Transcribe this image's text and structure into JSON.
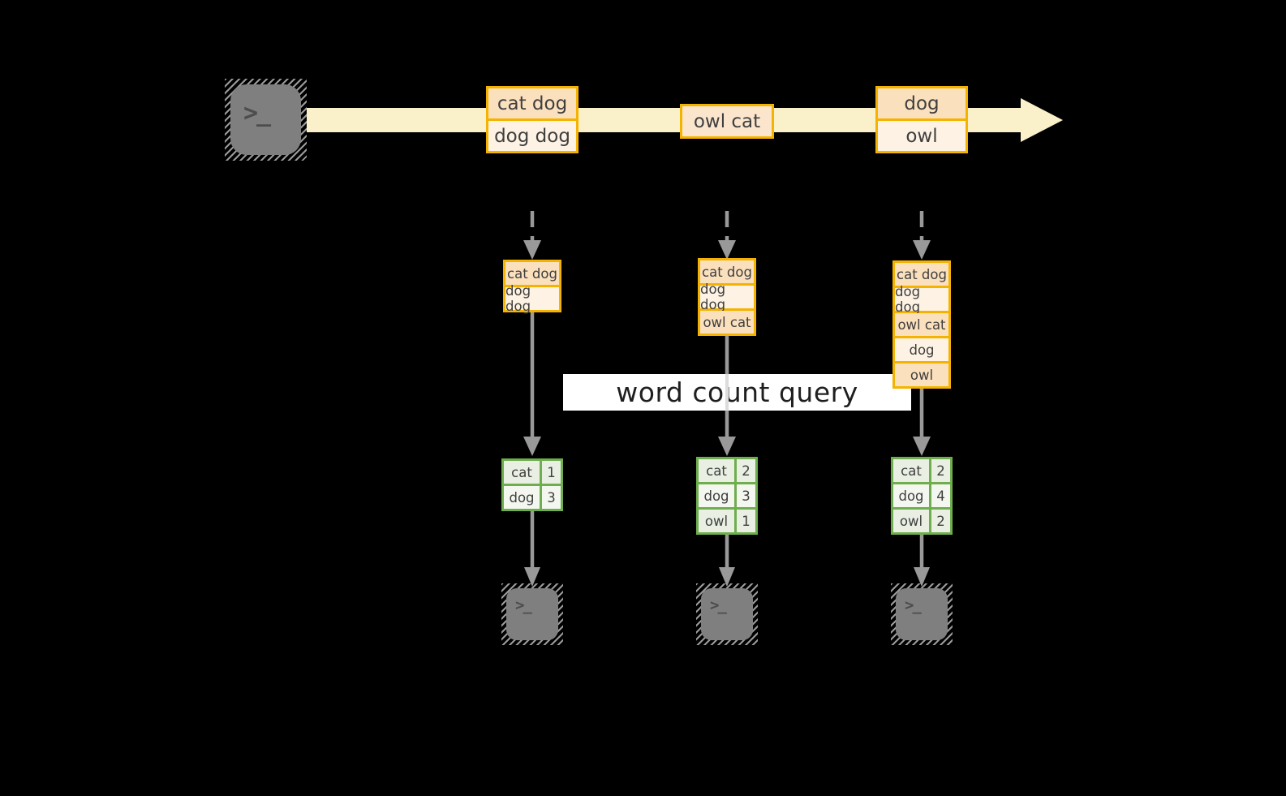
{
  "theme": {
    "background": "#000000",
    "band_yellow": "#FAF0C9",
    "gold": "#F5B301",
    "fill_dark": "#FBE0BD",
    "fill_light": "#FDF2E3",
    "fill_mid": "#FBE6CD",
    "green": "#6FAE4E",
    "green_fill_dark": "#E9EFE3",
    "green_fill_light": "#F3F7EF",
    "arrow_gray": "#999999",
    "terminal_gray": "#7F7F7F",
    "label_bg": "#FFFFFF",
    "text_dark": "#3F3F3F",
    "label_text": "#1F1F1F"
  },
  "terminal_glyph": ">_",
  "query_label": "word count query",
  "stream": {
    "batches": [
      {
        "messages": [
          "cat dog",
          "dog dog"
        ]
      },
      {
        "messages": [
          "owl cat"
        ]
      },
      {
        "messages": [
          "dog",
          "owl"
        ]
      }
    ]
  },
  "columns": [
    {
      "buffer": [
        "cat dog",
        "dog dog"
      ],
      "counts": [
        {
          "word": "cat",
          "count": "1"
        },
        {
          "word": "dog",
          "count": "3"
        }
      ]
    },
    {
      "buffer": [
        "cat dog",
        "dog dog",
        "owl cat"
      ],
      "counts": [
        {
          "word": "cat",
          "count": "2"
        },
        {
          "word": "dog",
          "count": "3"
        },
        {
          "word": "owl",
          "count": "1"
        }
      ]
    },
    {
      "buffer": [
        "cat dog",
        "dog dog",
        "owl cat",
        "dog",
        "owl"
      ],
      "counts": [
        {
          "word": "cat",
          "count": "2"
        },
        {
          "word": "dog",
          "count": "4"
        },
        {
          "word": "owl",
          "count": "2"
        }
      ]
    }
  ]
}
